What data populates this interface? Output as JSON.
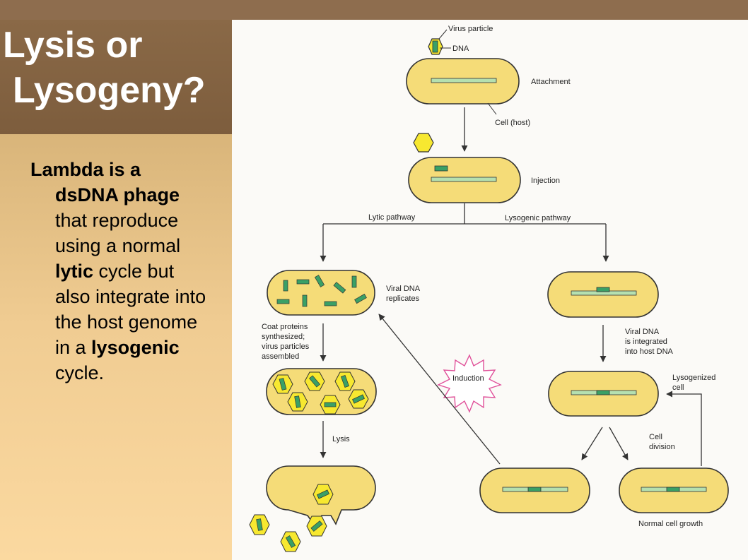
{
  "slide": {
    "title_line1": "Lysis or",
    "title_line2": "Lysogeny?",
    "body": {
      "l1": "Lambda is a",
      "l2": "dsDNA phage",
      "l3": "that reproduce",
      "l4": "using a normal",
      "l5_bold": "lytic",
      "l5_rest": " cycle but",
      "l6": "also integrate into",
      "l7": "the host genome",
      "l8_pre": "in a ",
      "l8_bold": "lysogenic",
      "l9": "cycle."
    }
  },
  "diagram": {
    "labels": {
      "virus_particle": "Virus particle",
      "dna": "DNA",
      "attachment": "Attachment",
      "cell_host": "Cell (host)",
      "injection": "Injection",
      "lytic_pathway": "Lytic pathway",
      "lysogenic_pathway": "Lysogenic pathway",
      "viral_dna_replicates_1": "Viral DNA",
      "viral_dna_replicates_2": "replicates",
      "coat_1": "Coat proteins",
      "coat_2": "synthesized;",
      "coat_3": "virus particles",
      "coat_4": "assembled",
      "lysis": "Lysis",
      "induction": "Induction",
      "integrated_1": "Viral DNA",
      "integrated_2": "is integrated",
      "integrated_3": "into host DNA",
      "lysogenized_1": "Lysogenized",
      "lysogenized_2": "cell",
      "cell_division_1": "Cell",
      "cell_division_2": "division",
      "normal_growth": "Normal cell growth"
    },
    "colors": {
      "cell_fill": "#f5dc78",
      "dna_green": "#3aa066",
      "dna_light": "#b5e0b0",
      "virus_fill": "#f7e830",
      "induction_stroke": "#e0529a"
    }
  }
}
